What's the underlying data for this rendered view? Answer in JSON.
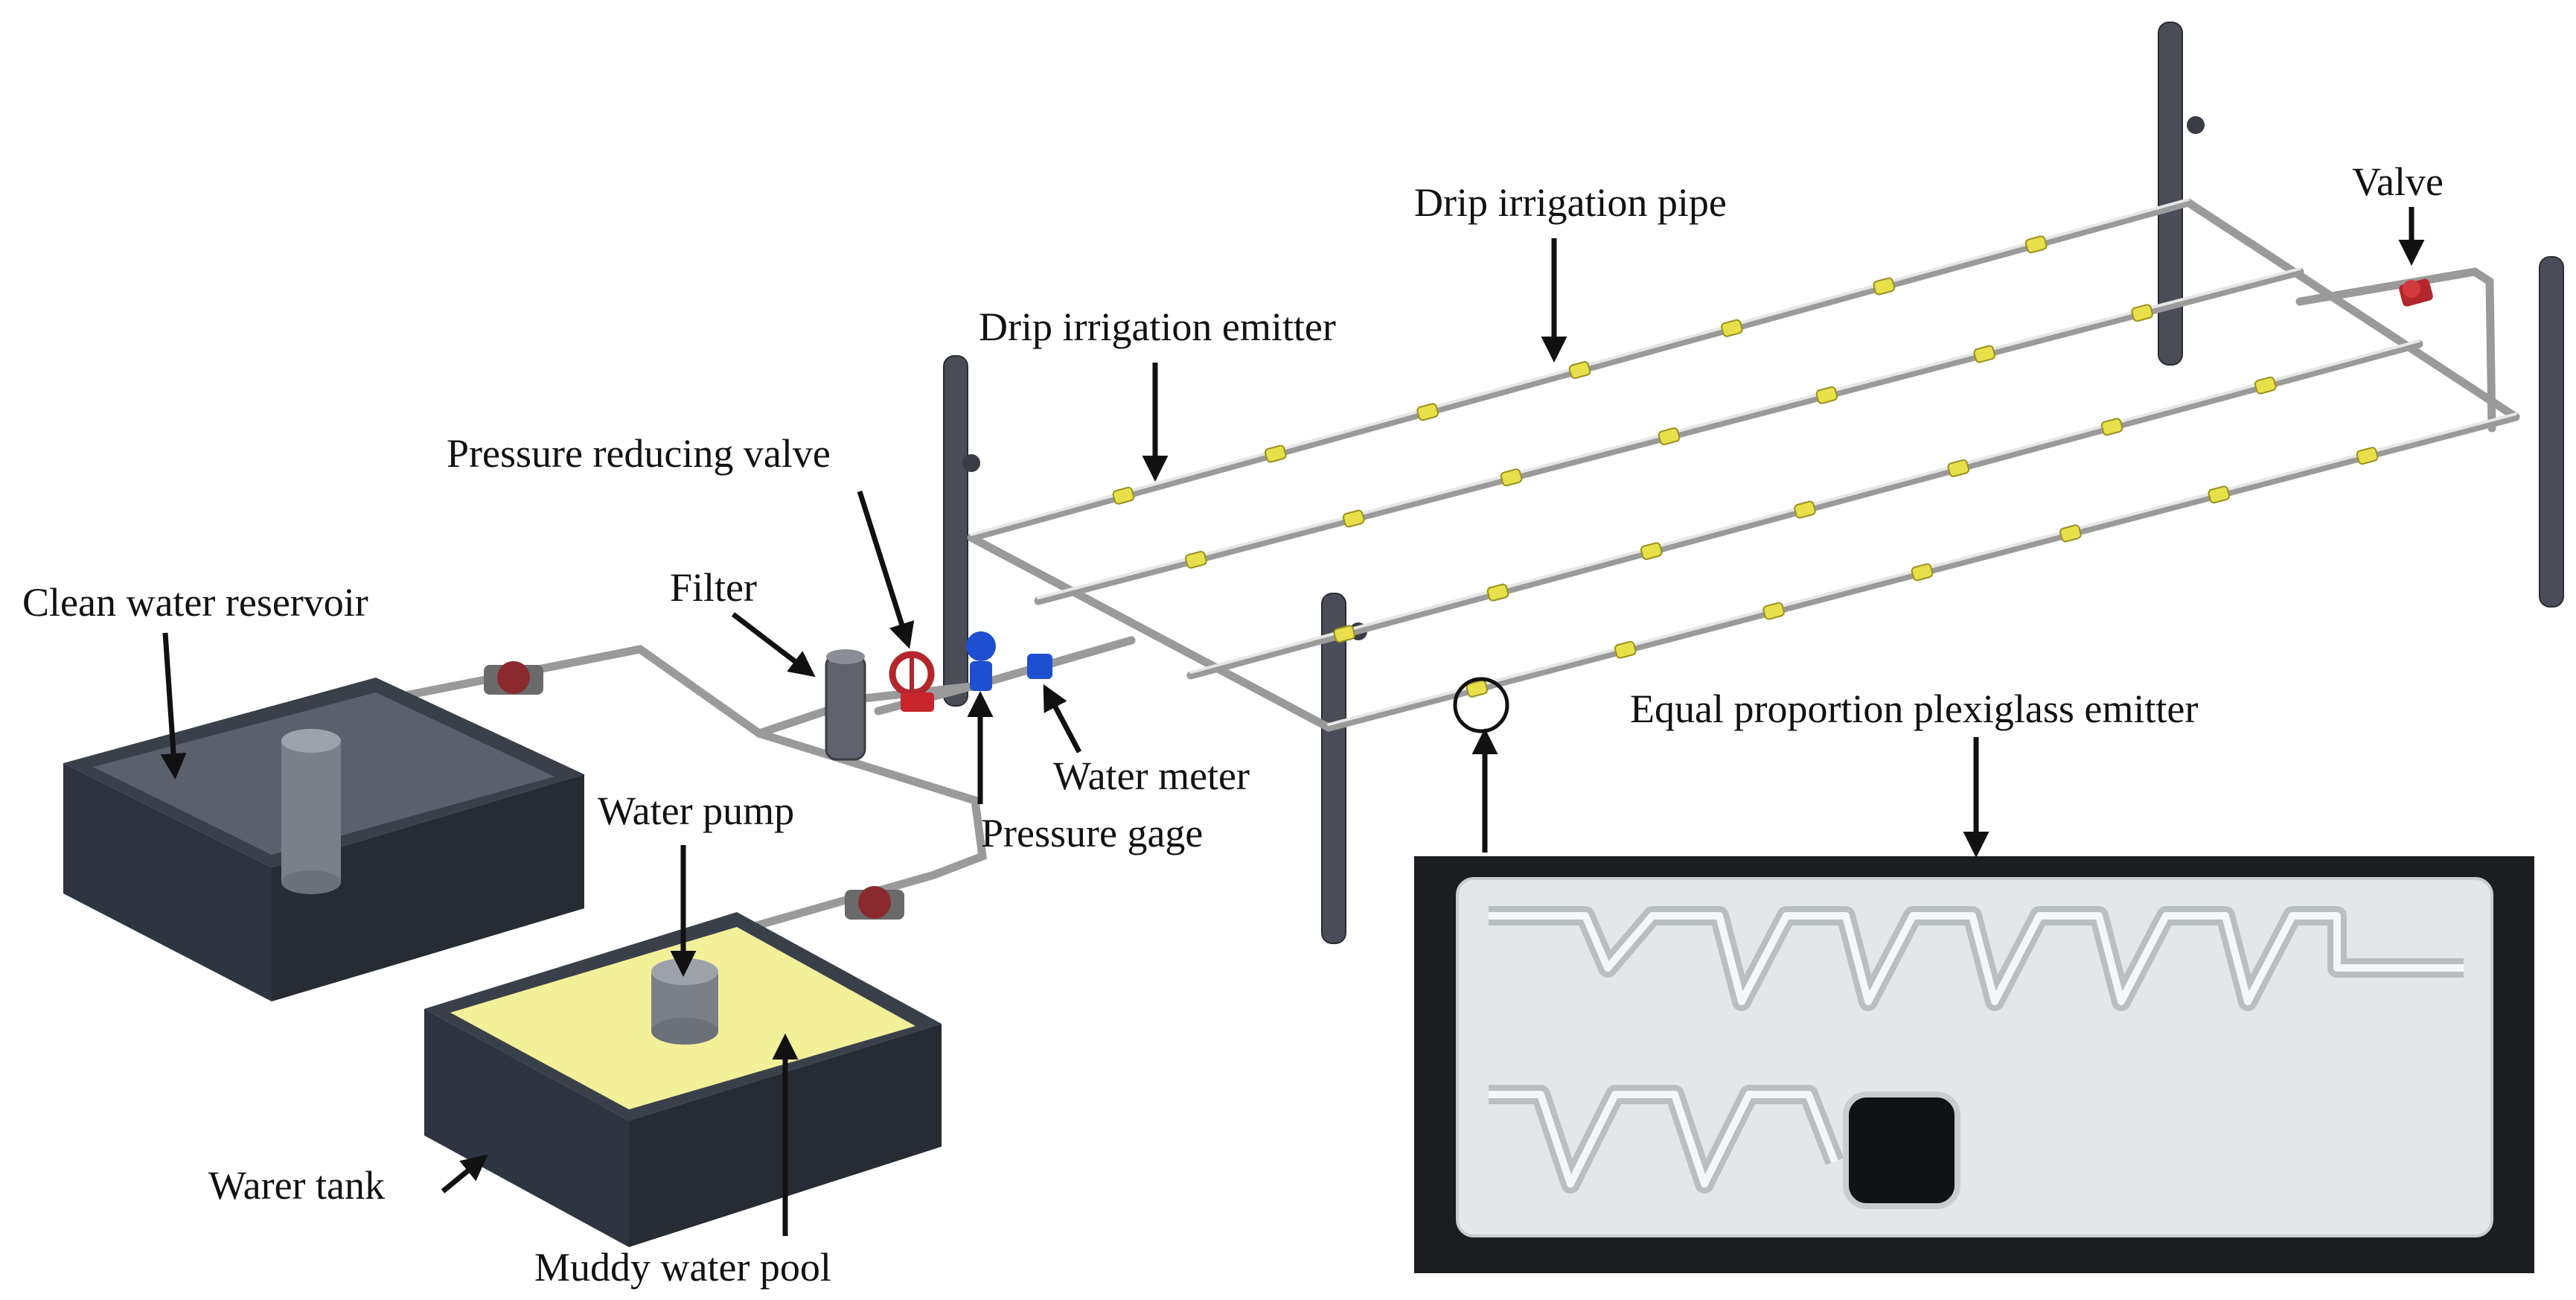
{
  "labels": {
    "drip_irrigation_pipe": "Drip irrigation pipe",
    "valve": "Valve",
    "drip_irrigation_emitter": "Drip irrigation emitter",
    "pressure_reducing_valve": "Pressure reducing valve",
    "filter": "Filter",
    "clean_water_reservoir": "Clean water reservoir",
    "water_pump": "Water pump",
    "water_meter": "Water meter",
    "pressure_gage": "Pressure gage",
    "equal_proportion_emitter": "Equal proportion plexiglass emitter",
    "warer_tank": "Warer tank",
    "muddy_water_pool": "Muddy water pool"
  },
  "colors": {
    "pipe": "#9a9a9a",
    "emitter": "#e8e04a",
    "valve": "#b3262b",
    "meter": "#1f4fd1",
    "tank_dark": "#2e3440",
    "muddy_water": "#f3f09a",
    "post": "#4a4d58",
    "photo_bg": "#1c1d20",
    "plexiglass": "#e4e7e8"
  },
  "icons": [
    "arrow-icon"
  ]
}
